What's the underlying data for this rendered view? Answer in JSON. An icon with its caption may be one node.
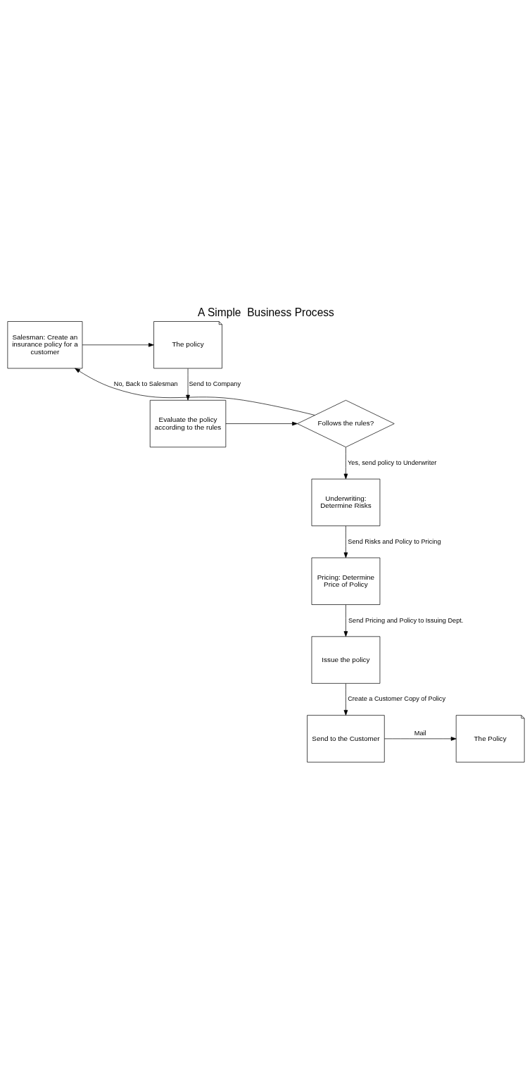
{
  "diagram": {
    "title": "A Simple  Business Process",
    "nodes": [
      {
        "text": [
          "Salesman: Create an insurance policy for a customer"
        ]
      },
      {
        "text": [
          "The policy"
        ]
      },
      {
        "text": [
          "Evaluate the policy according to the rules"
        ]
      },
      {
        "text": [
          "Follows the rules?"
        ]
      },
      {
        "text": [
          "Underwriting: Determine Risks"
        ]
      },
      {
        "text": [
          "Pricing: Determine Price of Policy"
        ]
      },
      {
        "text": [
          "Issue the policy"
        ]
      },
      {
        "text": [
          "Send to the Customer"
        ]
      },
      {
        "text": [
          "The Policy"
        ]
      }
    ],
    "edges": [
      {
        "from": 0,
        "to": 1,
        "arrow": "to"
      },
      {
        "from": 1,
        "to": 2,
        "arrow": "to",
        "label": "Send to Company"
      },
      {
        "from": 2,
        "to": 3,
        "arrow": "to"
      },
      {
        "from": 3,
        "to": 0,
        "arrow": "to",
        "label": "No, Back to Salesman"
      },
      {
        "from": 3,
        "to": 4,
        "arrow": "to",
        "label": "Yes, send policy to Underwriter"
      },
      {
        "from": 4,
        "to": 5,
        "arrow": "to",
        "label": "Send Risks and Policy to Pricing"
      },
      {
        "from": 5,
        "to": 6,
        "arrow": "to",
        "label": "Send Pricing and Policy to Issuing Dept."
      },
      {
        "from": 6,
        "to": 7,
        "arrow": "to",
        "label": "Create a Customer Copy of Policy"
      },
      {
        "from": 7,
        "to": 8,
        "arrow": "to",
        "label": "Mail"
      }
    ]
  }
}
